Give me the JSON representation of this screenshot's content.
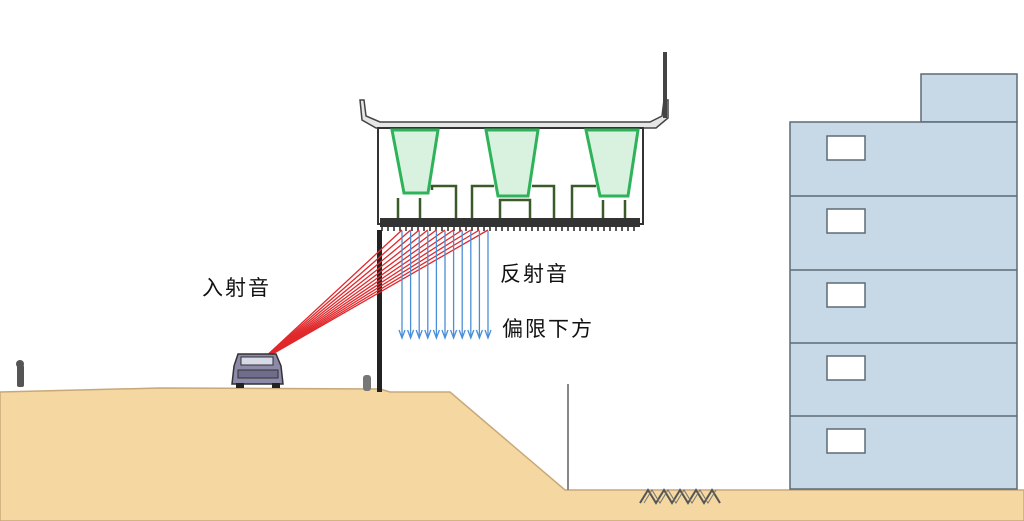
{
  "labels": {
    "incident": "入射音",
    "reflected": "反射音",
    "deflected": "偏限下方"
  },
  "colors": {
    "ground": "#f4d7a1",
    "incident_rays": "#e0282b",
    "reflected_rays": "#4a8ed8",
    "girder": "#2fb35a",
    "building": "#c7d8e6",
    "building_outline": "#5e6a75",
    "car": "#8c8aa8"
  },
  "icons": [
    "car-icon",
    "building-icon",
    "bridge-girder-icon",
    "absorber-panel-icon"
  ]
}
